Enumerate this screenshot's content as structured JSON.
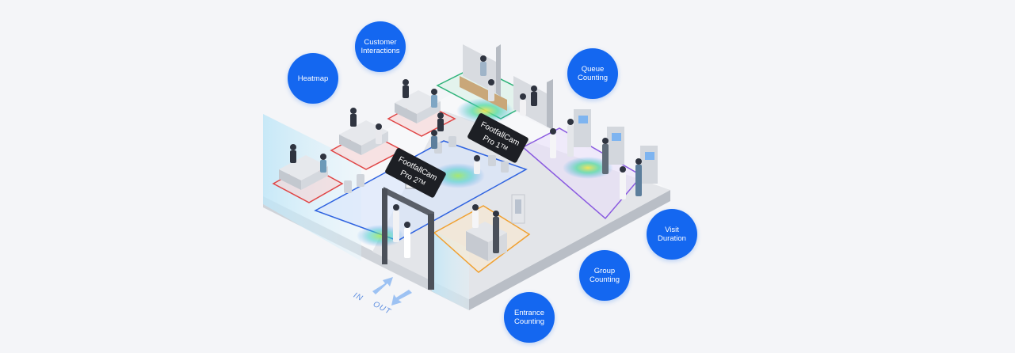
{
  "features": {
    "heatmap": "Heatmap",
    "customer_interactions": "Customer\nInteractions",
    "queue_counting": "Queue\nCounting",
    "visit_duration": "Visit\nDuration",
    "group_counting": "Group\nCounting",
    "entrance_counting": "Entrance\nCounting"
  },
  "cameras": {
    "cam1_line1": "FootfallCam",
    "cam1_line2": "Pro 1ᵀᴹ",
    "cam2_line1": "FootfallCam",
    "cam2_line2": "Pro 2ᵀᴹ"
  },
  "flow": {
    "in": "IN",
    "out": "OUT"
  },
  "colors": {
    "bubble": "#1467f0",
    "zone_red": "#e04545",
    "zone_green": "#2fb37a",
    "zone_blue": "#2f63e0",
    "zone_purple": "#8a5ae0",
    "zone_orange": "#f0a030"
  }
}
